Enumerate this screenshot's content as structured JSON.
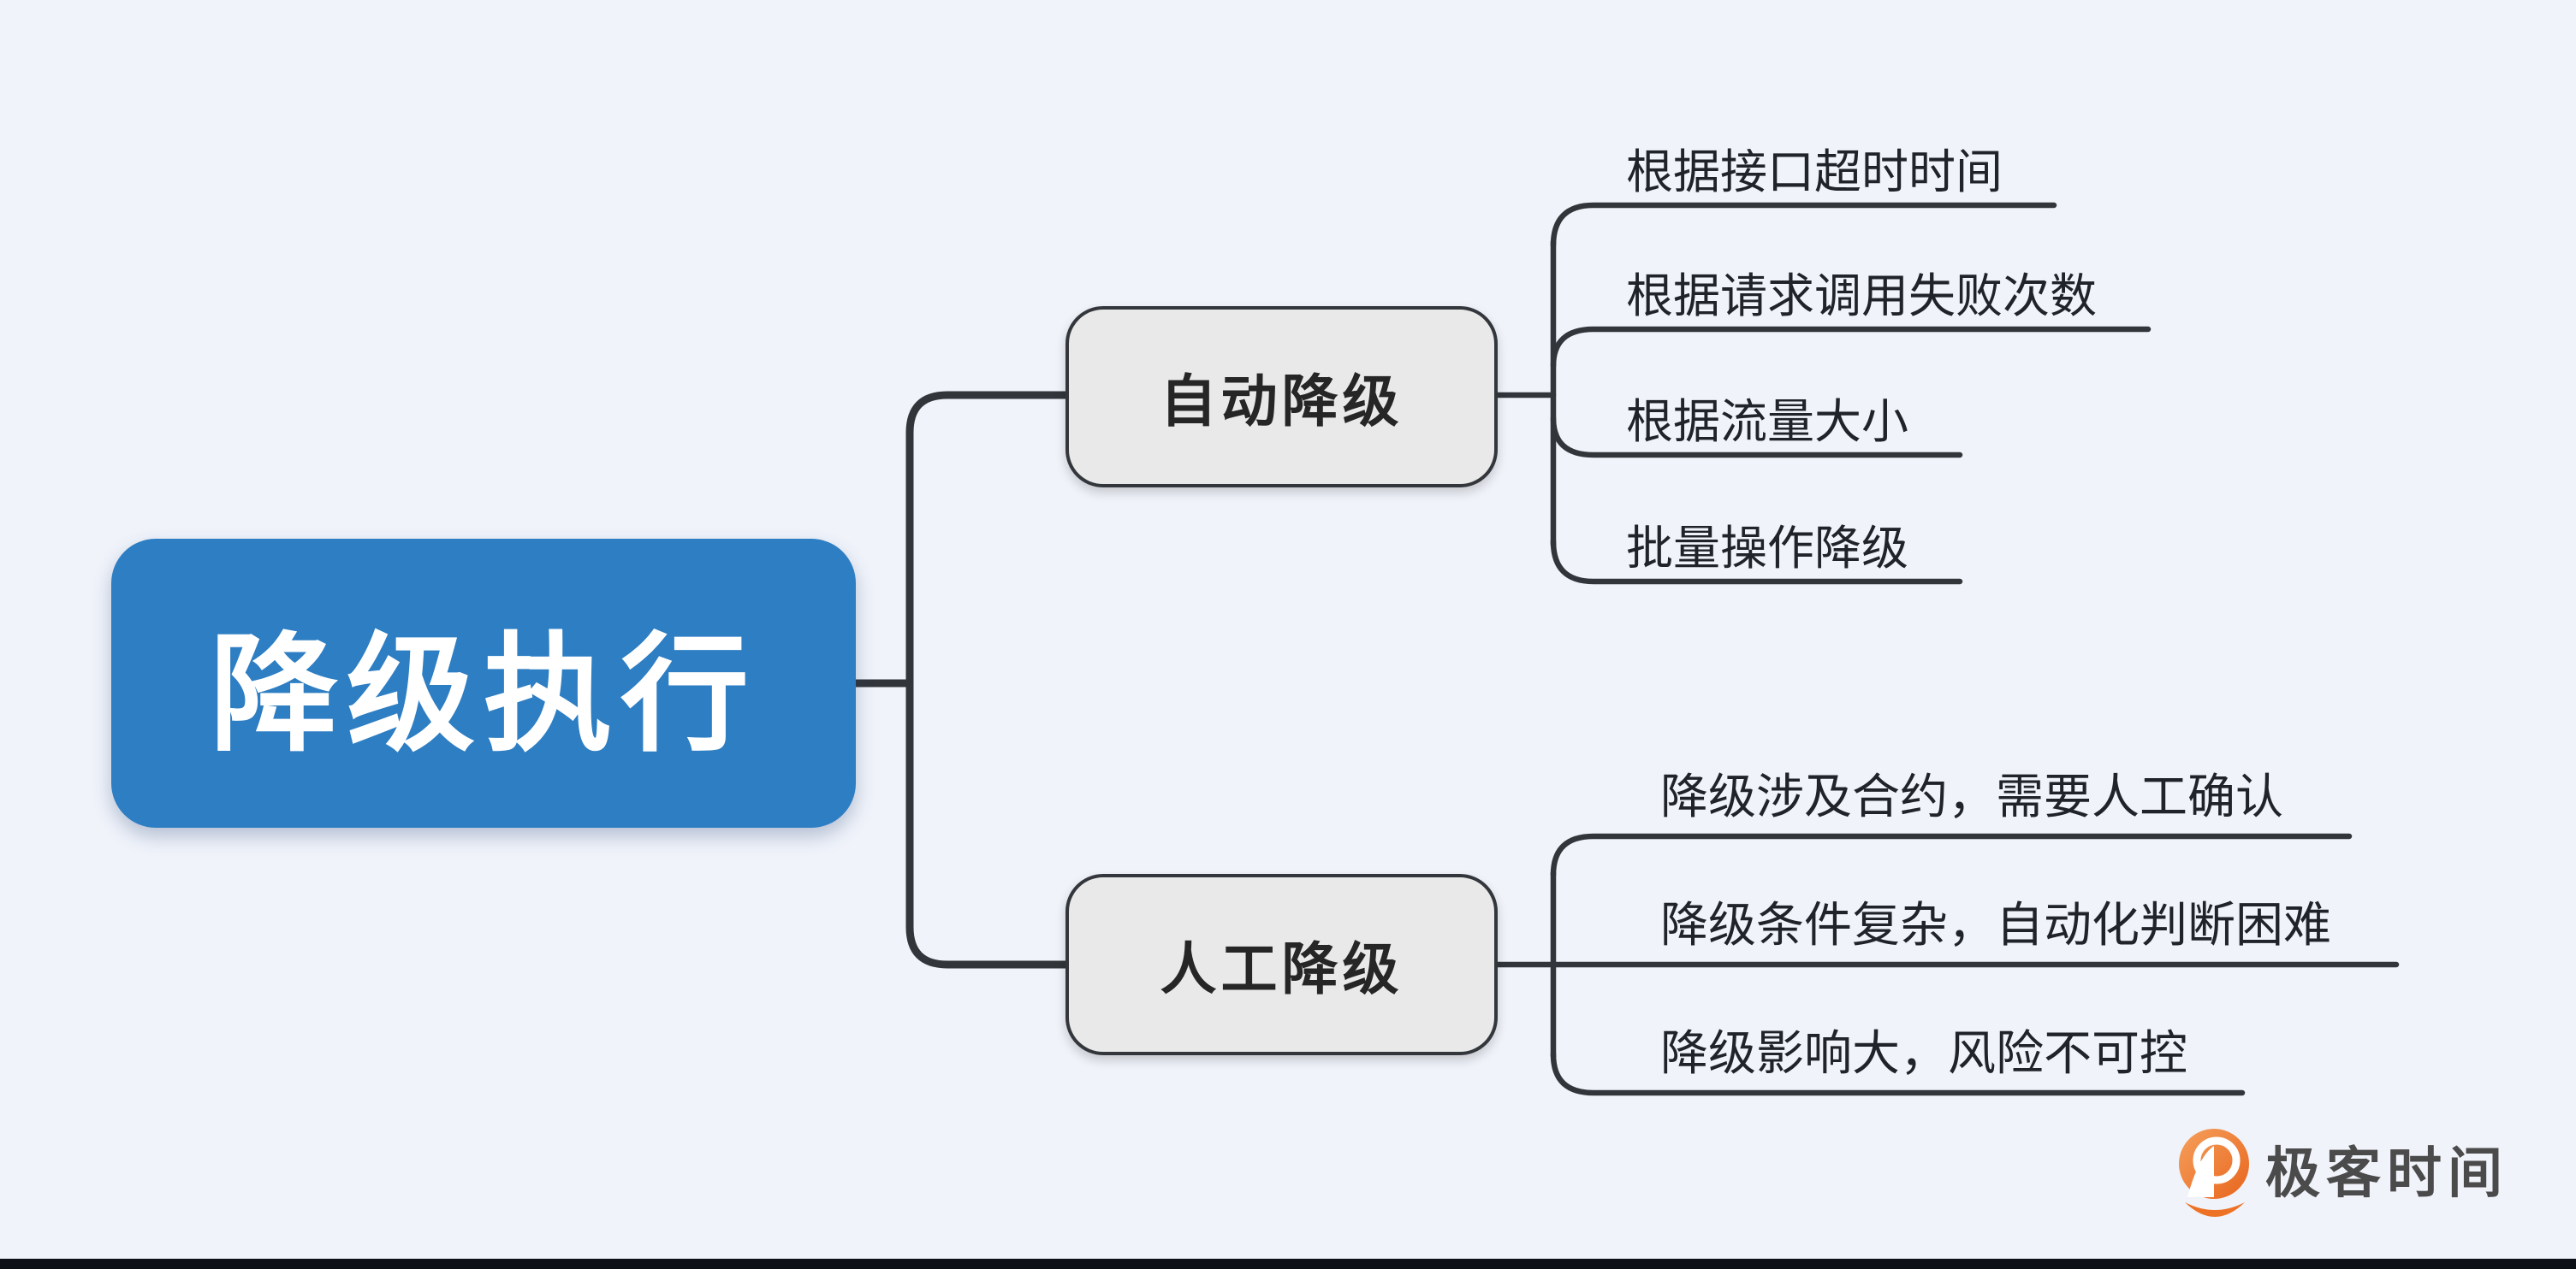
{
  "diagram": {
    "root": {
      "label": "降级执行"
    },
    "branches": [
      {
        "label": "自动降级",
        "children": [
          "根据接口超时时间",
          "根据请求调用失败次数",
          "根据流量大小",
          "批量操作降级"
        ]
      },
      {
        "label": "人工降级",
        "children": [
          "降级涉及合约，需要人工确认",
          "降级条件复杂，自动化判断困难",
          "降级影响大，风险不可控"
        ]
      }
    ]
  },
  "branding": {
    "logo_text": "极客时间"
  },
  "colors": {
    "background": "#f0f3fa",
    "root_fill": "#2e7ec3",
    "branch_fill": "#e9e9e9",
    "line": "#32363b",
    "logo_orange": "#ed7225",
    "bottom_bar": "#0d1016"
  }
}
